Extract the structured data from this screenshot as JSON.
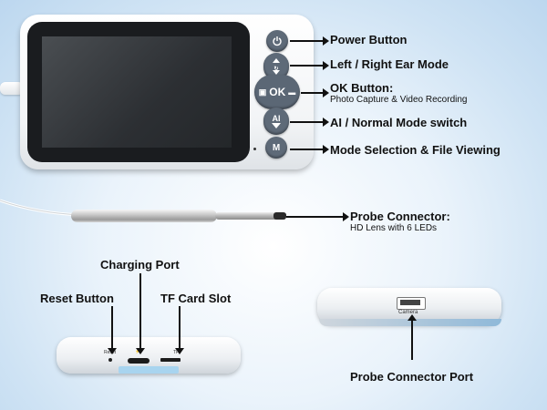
{
  "labels": {
    "power_button": "Power Button",
    "ear_mode": "Left / Right Ear Mode",
    "ok_button": "OK Button:",
    "ok_button_sub": "Photo Capture & Video Recording",
    "ai_switch": "AI / Normal Mode switch",
    "mode_selection": "Mode Selection & File Viewing",
    "probe_connector": "Probe Connector:",
    "probe_connector_sub": "HD Lens with 6 LEDs",
    "charging_port": "Charging Port",
    "reset_button": "Reset Button",
    "tf_card_slot": "TF Card Slot",
    "probe_connector_port": "Probe Connector Port"
  },
  "device_text": {
    "ok": "OK",
    "ai": "AI",
    "m": "M",
    "reset": "Reset",
    "tf": "TF",
    "camera": "Camera"
  },
  "colors": {
    "button": "#5e6a78",
    "accent": "#a8d4ef"
  }
}
